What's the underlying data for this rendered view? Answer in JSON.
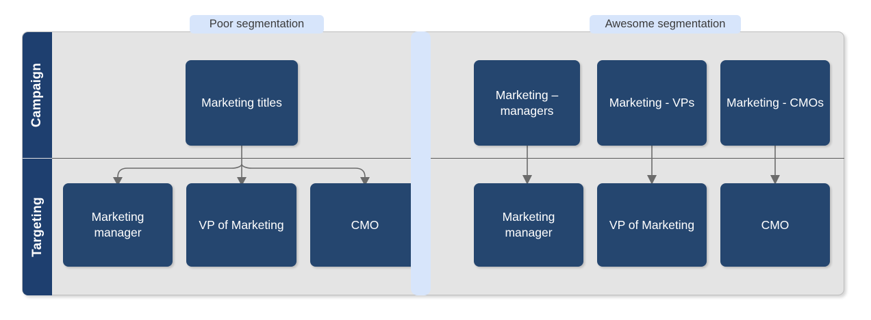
{
  "diagram": {
    "title_chips": [
      {
        "id": "poor",
        "label": "Poor segmentation"
      },
      {
        "id": "awesome",
        "label": "Awesome segmentation"
      }
    ],
    "rails": [
      {
        "id": "campaign",
        "label": "Campaign"
      },
      {
        "id": "targeting",
        "label": "Targeting"
      }
    ],
    "left_group": {
      "campaign_nodes": [
        {
          "id": "mkt-titles",
          "label": "Marketing titles"
        }
      ],
      "targeting_nodes": [
        {
          "id": "l-mgr",
          "label": "Marketing manager"
        },
        {
          "id": "l-vp",
          "label": "VP of Marketing"
        },
        {
          "id": "l-cmo",
          "label": "CMO"
        }
      ]
    },
    "right_group": {
      "campaign_nodes": [
        {
          "id": "mkt-managers",
          "label": "Marketing – managers"
        },
        {
          "id": "mkt-vps",
          "label": "Marketing - VPs"
        },
        {
          "id": "mkt-cmos",
          "label": "Marketing - CMOs"
        }
      ],
      "targeting_nodes": [
        {
          "id": "r-mgr",
          "label": "Marketing manager"
        },
        {
          "id": "r-vp",
          "label": "VP of Marketing"
        },
        {
          "id": "r-cmo",
          "label": "CMO"
        }
      ]
    },
    "colors": {
      "node_fill": "#25466f",
      "rail_fill": "#1e3f6f",
      "panel_fill": "#e4e4e4",
      "chip_fill": "#d7e5fb",
      "divider_fill": "#d7e5fb",
      "connector_stroke": "#6b6b6b",
      "node_text": "#ffffff"
    }
  }
}
